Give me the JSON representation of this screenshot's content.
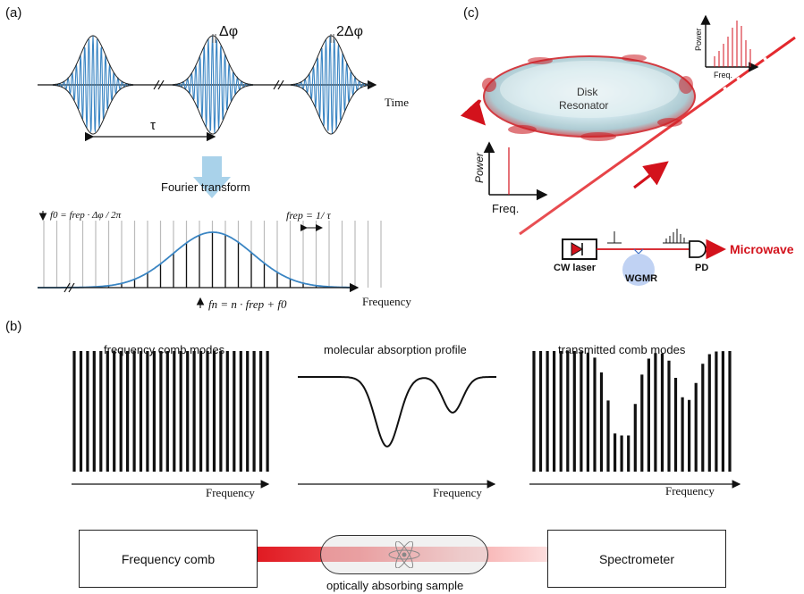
{
  "panels": {
    "a": "(a)",
    "b": "(b)",
    "c": "(c)"
  },
  "panel_a": {
    "time_label": "Time",
    "delta_phi": "Δφ",
    "two_delta_phi": "2Δφ",
    "tau": "τ",
    "fourier_label": "Fourier transform",
    "f0_formula": "f0 = frep · Δφ / 2π",
    "frep_formula": "frep = 1/ τ",
    "fn_formula": "fn = n · frep + f0",
    "frequency_label": "Frequency"
  },
  "panel_b": {
    "comb_title": "frequency comb modes",
    "absorption_title": "molecular absorption profile",
    "transmitted_title": "transmitted comb modes",
    "freq_label": "Frequency",
    "source_box": "Frequency comb",
    "detector_box": "Spectrometer",
    "sample_label": "optically absorbing sample",
    "colors": {
      "beam": "#e3262b",
      "lines": "#111111"
    }
  },
  "panel_c": {
    "resonator_label_1": "Disk",
    "resonator_label_2": "Resonator",
    "power_label": "Power",
    "freq_label": "Freq.",
    "cw_laser": "CW laser",
    "wgmr": "WGMR",
    "pd": "PD",
    "microwave": "Microwave",
    "colors": {
      "accent": "#d3121c",
      "resonator": "#cde6ec"
    }
  }
}
